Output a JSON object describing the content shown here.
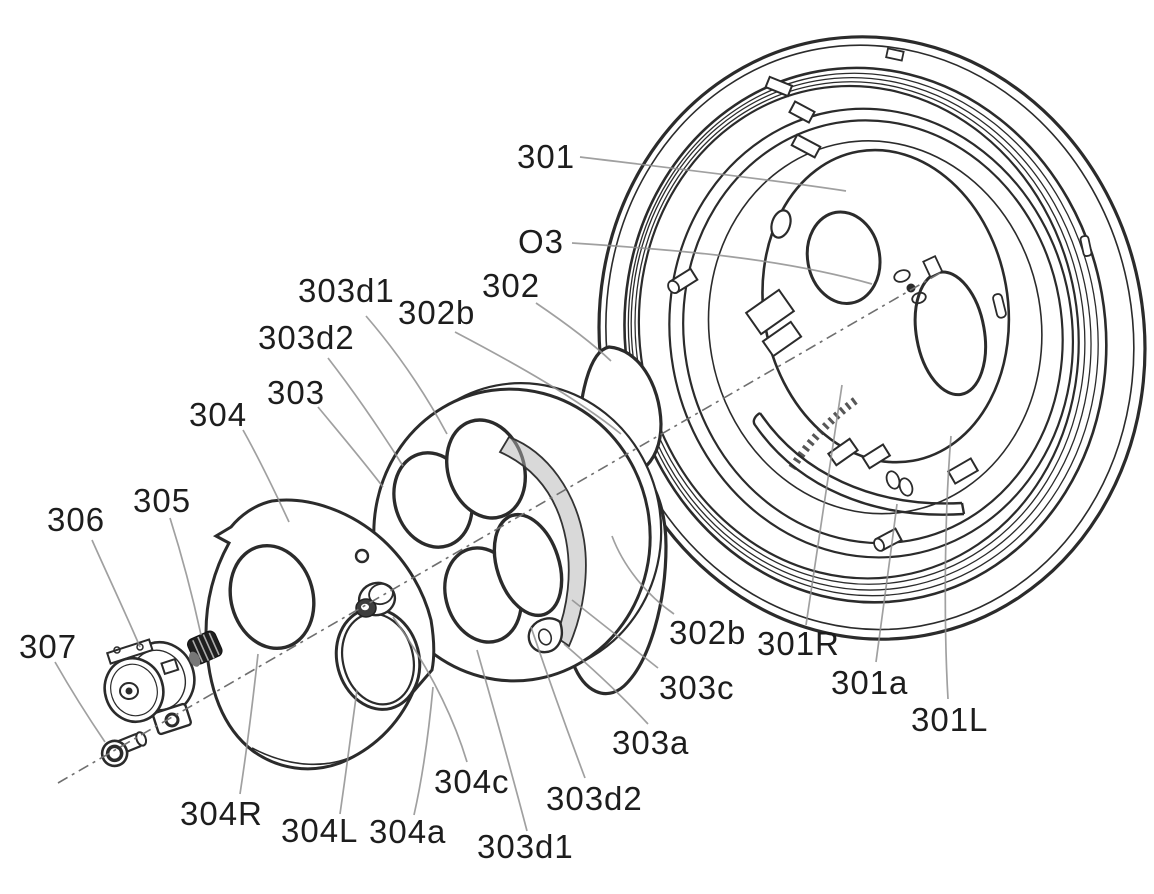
{
  "figure": {
    "type": "patent-exploded-view",
    "background": "#ffffff",
    "ink_color": "#2b2b2b",
    "leader_color": "#8f8f8f",
    "shade_color": "#b3b3b3",
    "text_color": "#1d1d1d"
  },
  "labels": [
    {
      "id": "301-top",
      "text": "301"
    },
    {
      "id": "O3",
      "text": "O3"
    },
    {
      "id": "302-top",
      "text": "302"
    },
    {
      "id": "302b-top",
      "text": "302b"
    },
    {
      "id": "303d1-top",
      "text": "303d1"
    },
    {
      "id": "303d2-top",
      "text": "303d2"
    },
    {
      "id": "303",
      "text": "303"
    },
    {
      "id": "304",
      "text": "304"
    },
    {
      "id": "305",
      "text": "305"
    },
    {
      "id": "306",
      "text": "306"
    },
    {
      "id": "307",
      "text": "307"
    },
    {
      "id": "304R",
      "text": "304R"
    },
    {
      "id": "304L",
      "text": "304L"
    },
    {
      "id": "304a",
      "text": "304a"
    },
    {
      "id": "304c",
      "text": "304c"
    },
    {
      "id": "303d1-bottom",
      "text": "303d1"
    },
    {
      "id": "303d2-bottom",
      "text": "303d2"
    },
    {
      "id": "303a",
      "text": "303a"
    },
    {
      "id": "303c",
      "text": "303c"
    },
    {
      "id": "302b-bottom",
      "text": "302b"
    },
    {
      "id": "301R",
      "text": "301R"
    },
    {
      "id": "301a",
      "text": "301a"
    },
    {
      "id": "301L",
      "text": "301L"
    }
  ]
}
